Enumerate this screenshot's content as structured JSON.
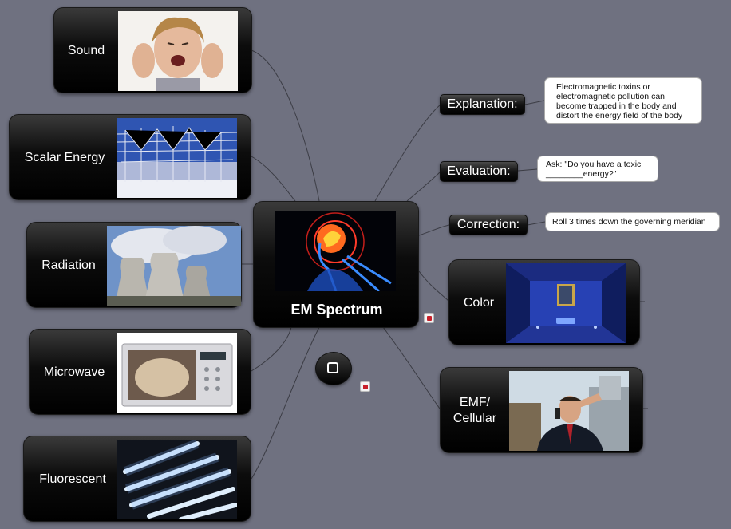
{
  "center": {
    "label": "EM Spectrum",
    "image": "xray-brain-phone-image"
  },
  "left_topics": [
    {
      "label": "Sound",
      "image": "covering-ears-image"
    },
    {
      "label": "Scalar Energy",
      "image": "antenna-array-image"
    },
    {
      "label": "Radiation",
      "image": "cooling-towers-image"
    },
    {
      "label": "Microwave",
      "image": "microwave-oven-image"
    },
    {
      "label": "Fluorescent",
      "image": "fluorescent-tubes-image"
    }
  ],
  "right_topics": [
    {
      "label": "Color",
      "image": "blue-room-image"
    },
    {
      "label": "EMF/ Cellular",
      "image": "man-on-phone-image"
    }
  ],
  "right_tags": [
    {
      "label": "Explanation:",
      "note": "Electromagnetic toxins or electromagnetic pollution can become trapped in the body and distort the energy field of the body"
    },
    {
      "label": "Evaluation:",
      "note": "Ask: \"Do you have a toxic ________energy?\""
    },
    {
      "label": "Correction:",
      "note": "Roll 3 times down the governing meridian"
    }
  ],
  "colors": {
    "background": "#6f7180",
    "node": "#000000",
    "connector": "#3a3b42",
    "note_bg": "#ffffff"
  },
  "icons": [
    "square-icon",
    "attachment-icon"
  ]
}
